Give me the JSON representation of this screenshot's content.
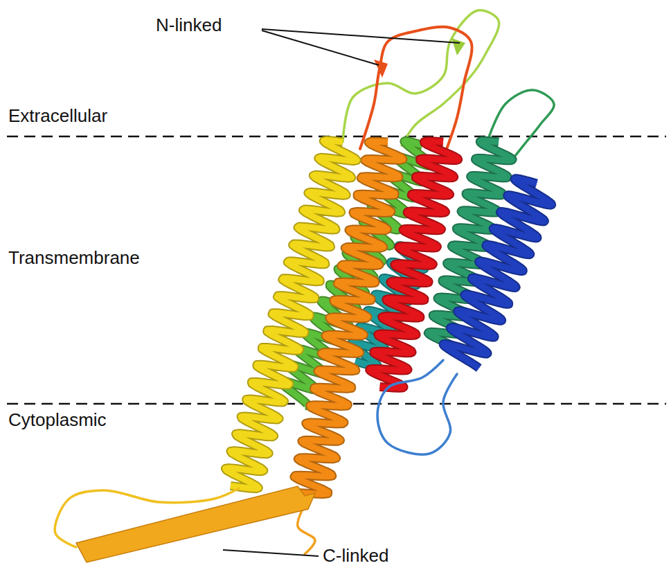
{
  "diagram": {
    "labels": [
      "N-linked",
      "Extracellular",
      "Transmembrane",
      "Cytoplasmic",
      "C-linked"
    ]
  }
}
